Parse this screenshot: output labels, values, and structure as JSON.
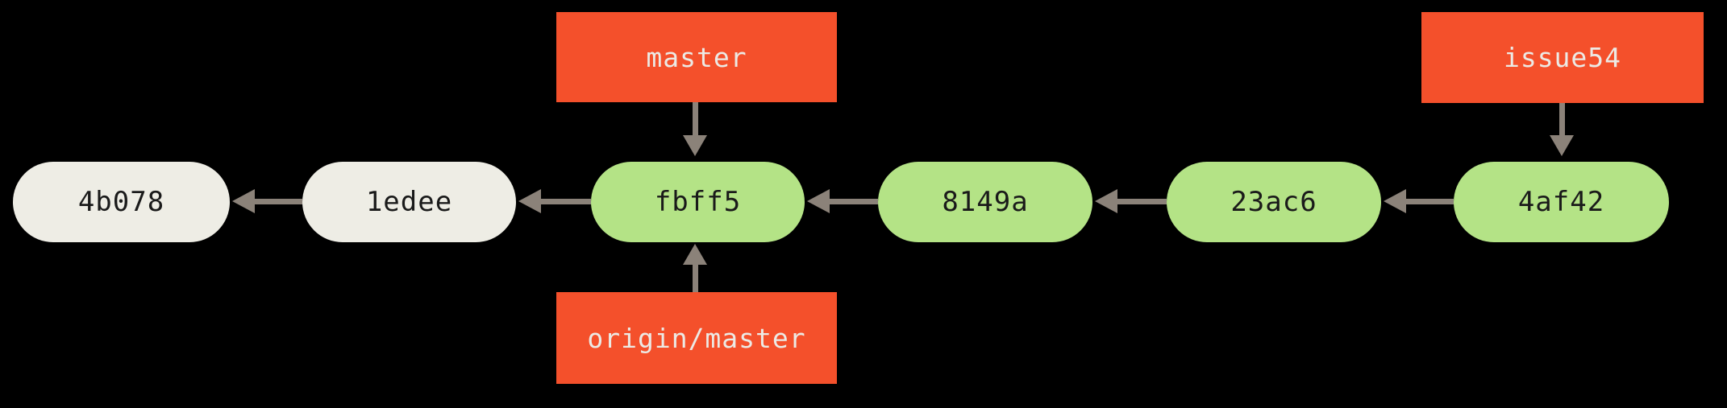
{
  "diagram": {
    "kind": "git-commit-graph",
    "commits": [
      {
        "id": "4b078",
        "style": "plain"
      },
      {
        "id": "1edee",
        "style": "plain"
      },
      {
        "id": "fbff5",
        "style": "branch"
      },
      {
        "id": "8149a",
        "style": "branch"
      },
      {
        "id": "23ac6",
        "style": "branch"
      },
      {
        "id": "4af42",
        "style": "branch"
      }
    ],
    "refs": {
      "master": {
        "label": "master",
        "points_to": "fbff5"
      },
      "origin_master": {
        "label": "origin/master",
        "points_to": "fbff5"
      },
      "issue54": {
        "label": "issue54",
        "points_to": "4af42"
      }
    },
    "edges": [
      {
        "from": "1edee",
        "to": "4b078"
      },
      {
        "from": "fbff5",
        "to": "1edee"
      },
      {
        "from": "8149a",
        "to": "fbff5"
      },
      {
        "from": "23ac6",
        "to": "8149a"
      },
      {
        "from": "4af42",
        "to": "23ac6"
      }
    ]
  },
  "colors": {
    "background": "#000000",
    "commit_default": "#EEEDE5",
    "commit_branch": "#B4E386",
    "commit_text": "#1A1A1A",
    "ref_bg": "#F4502B",
    "ref_text": "#ECEAE5",
    "arrow": "#8B8279"
  }
}
